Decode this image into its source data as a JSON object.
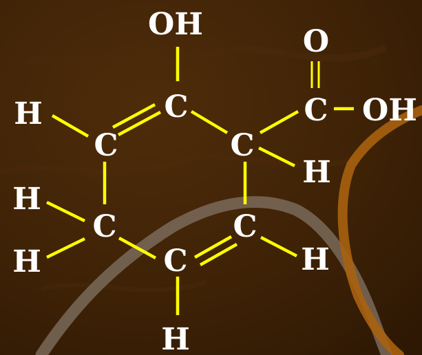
{
  "structure": {
    "name": "",
    "colors": {
      "background": "#3e2206",
      "bonds": "#ffff00",
      "atom_text": "#ffffff",
      "swoosh_grey": "#7a6a5a",
      "swoosh_orange": "#a8620f"
    },
    "labels": {
      "oh_top": "OH",
      "o_carbonyl": "O",
      "c_carboxyl": "C",
      "oh_acid": "OH",
      "c_ring_top": "C",
      "c_ring_upper_left": "C",
      "c_ring_upper_right": "C",
      "c_ring_lower_left": "C",
      "c_ring_lower_right": "C",
      "c_ring_bottom": "C",
      "h_upper_left": "H",
      "h_upper_right": "H",
      "h_mid_left": "H",
      "h_lower_left": "H",
      "h_lower_right": "H",
      "h_bottom": "H"
    }
  }
}
